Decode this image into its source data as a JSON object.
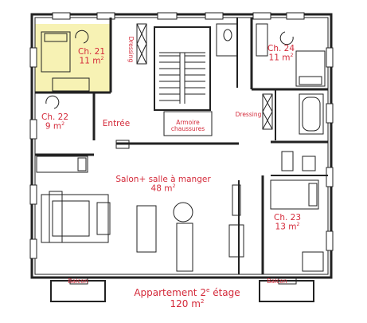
{
  "colors": {
    "wall": "#222222",
    "label": "#d42a3a",
    "highlight": "#f7f2b4",
    "background": "#ffffff"
  },
  "rooms": {
    "ch21": {
      "name": "Ch. 21",
      "area": "11 m",
      "exp": "2"
    },
    "ch24": {
      "name": "Ch. 24",
      "area": "11 m",
      "exp": "2"
    },
    "ch22": {
      "name": "Ch. 22",
      "area": "9 m",
      "exp": "2"
    },
    "ch23": {
      "name": "Ch. 23",
      "area": "13 m",
      "exp": "2"
    },
    "salon": {
      "name": "Salon+ salle à manger",
      "area": "48 m",
      "exp": "2"
    }
  },
  "labels": {
    "entree": "Entrée",
    "armoire": "Armoire",
    "chaussures": "chaussures",
    "dressing_left": "Dressing",
    "dressing_right": "Dressing",
    "balcon_left": "Balcon",
    "balcon_right": "Balcon"
  },
  "footer": {
    "title_main": "Appartement 2",
    "title_sup": "e",
    "title_rest": " étage",
    "area": "120 m",
    "area_exp": "2"
  }
}
